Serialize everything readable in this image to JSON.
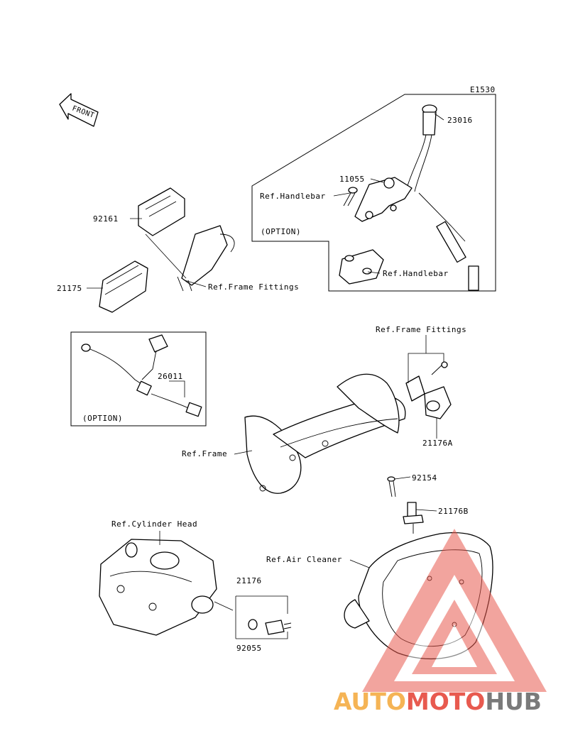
{
  "diagram_code": "E1530",
  "front_label": "FRONT",
  "labels": {
    "p23016": "23016",
    "p11055": "11055",
    "ref_handlebar_top": "Ref.Handlebar",
    "option_top": "(OPTION)",
    "ref_handlebar_bottom": "Ref.Handlebar",
    "p92161": "92161",
    "p21175": "21175",
    "ref_frame_fittings_left": "Ref.Frame Fittings",
    "ref_frame_fittings_right": "Ref.Frame Fittings",
    "p26011": "26011",
    "option_left": "(OPTION)",
    "ref_frame": "Ref.Frame",
    "p21176A": "21176A",
    "p92154": "92154",
    "p21176B": "21176B",
    "ref_cylinder_head": "Ref.Cylinder Head",
    "ref_air_cleaner": "Ref.Air Cleaner",
    "p21176": "21176",
    "p92055": "92055"
  },
  "watermark": {
    "part1": "AUTO",
    "part2": "MOTO",
    "part3": "HUB",
    "color_orange": "#f5b455",
    "color_red": "#e85a4f",
    "color_grey": "#7a7a7a"
  }
}
